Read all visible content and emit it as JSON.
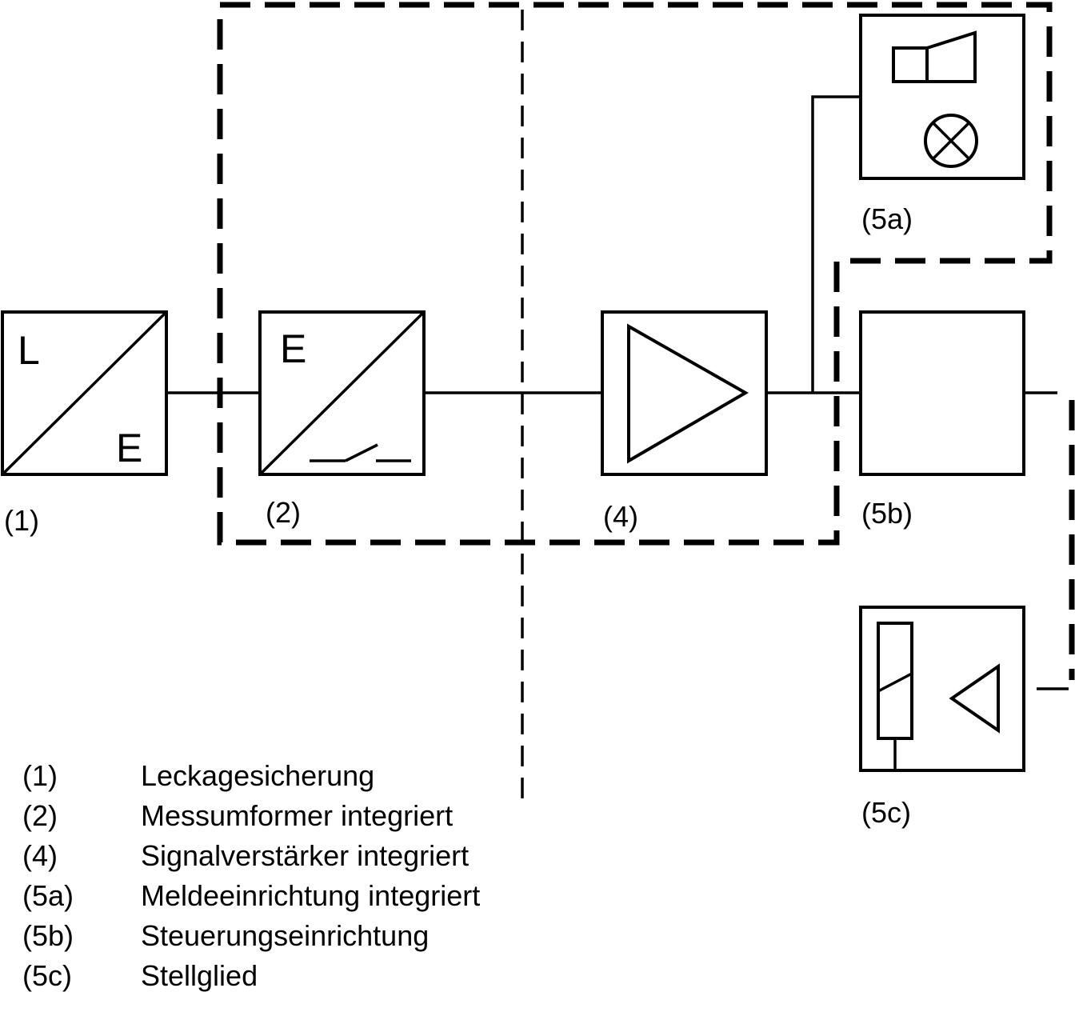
{
  "blocks": {
    "b1": {
      "id_label": "(1)",
      "top_letter": "L",
      "bottom_letter": "E"
    },
    "b2": {
      "id_label": "(2)",
      "top_letter": "E"
    },
    "b4": {
      "id_label": "(4)"
    },
    "b5a": {
      "id_label": "(5a)"
    },
    "b5b": {
      "id_label": "(5b)"
    },
    "b5c": {
      "id_label": "(5c)"
    }
  },
  "legend": [
    {
      "key": "(1)",
      "text": "Leckagesicherung"
    },
    {
      "key": "(2)",
      "text": "Messumformer integriert"
    },
    {
      "key": "(4)",
      "text": "Signalverstärker integriert"
    },
    {
      "key": "(5a)",
      "text": "Meldeeinrichtung integriert"
    },
    {
      "key": "(5b)",
      "text": "Steuerungseinrichtung"
    },
    {
      "key": "(5c)",
      "text": "Stellglied"
    }
  ],
  "colors": {
    "stroke": "#000000",
    "background": "#ffffff"
  }
}
